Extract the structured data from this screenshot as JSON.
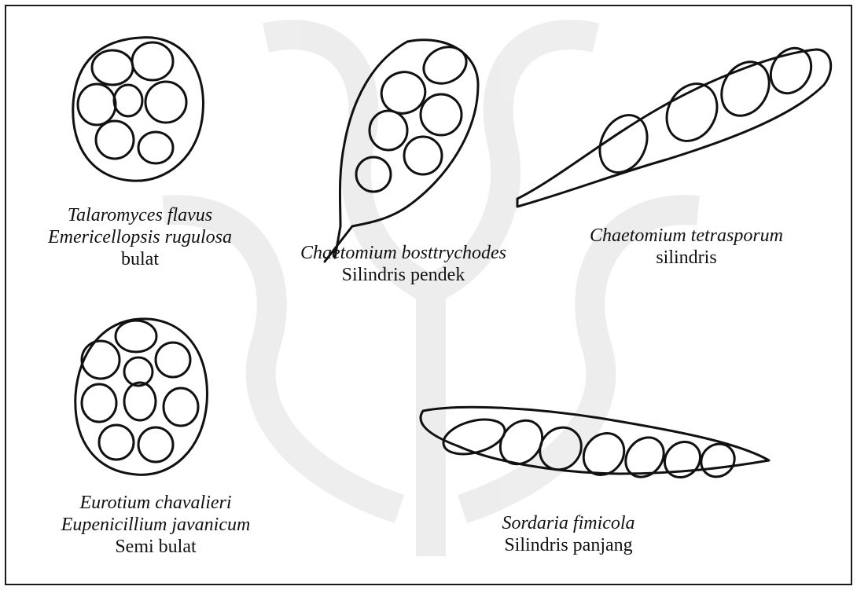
{
  "figure": {
    "items": [
      {
        "species": [
          "Talaromyces flavus",
          "Emericellopsis rugulosa"
        ],
        "shape": "bulat"
      },
      {
        "species": [
          "Chaetomium bosttrychodes"
        ],
        "shape": "Silindris pendek"
      },
      {
        "species": [
          "Chaetomium tetrasporum"
        ],
        "shape": "silindris"
      },
      {
        "species": [
          "Eurotium chavalieri",
          "Eupenicillium javanicum"
        ],
        "shape": "Semi bulat"
      },
      {
        "species": [
          "Sordaria fimicola"
        ],
        "shape": "Silindris panjang"
      }
    ]
  },
  "colors": {
    "ink": "#111111",
    "watermark": "#e8e8e8",
    "border": "#1a1a1a"
  }
}
